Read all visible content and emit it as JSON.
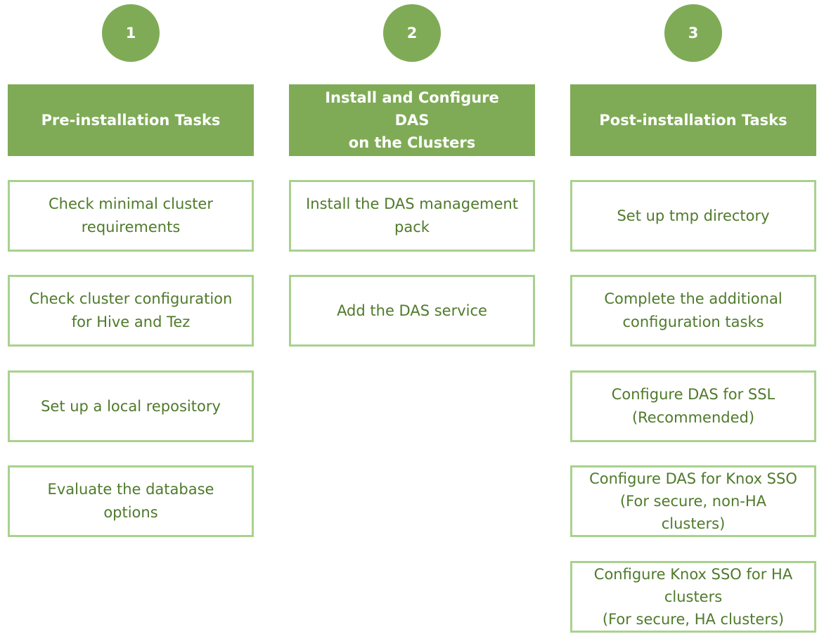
{
  "colors": {
    "accent": "#7FAB56",
    "border": "#A9D18E",
    "text": "#4F7A2B"
  },
  "columns": [
    {
      "step": "1",
      "header": "Pre-installation Tasks",
      "tasks": [
        "Check minimal cluster\nrequirements",
        "Check cluster configuration\nfor Hive and Tez",
        "Set up a local repository",
        "Evaluate the database\noptions"
      ]
    },
    {
      "step": "2",
      "header": "Install and Configure DAS\non the Clusters",
      "tasks": [
        "Install the DAS management\npack",
        "Add the DAS service"
      ]
    },
    {
      "step": "3",
      "header": "Post-installation Tasks",
      "tasks": [
        "Set up tmp directory",
        "Complete the additional\nconfiguration tasks",
        "Configure DAS for SSL\n(Recommended)",
        "Configure DAS for Knox SSO\n(For secure, non-HA\nclusters)",
        "Configure Knox SSO for HA\nclusters\n(For secure, HA clusters)"
      ]
    }
  ]
}
